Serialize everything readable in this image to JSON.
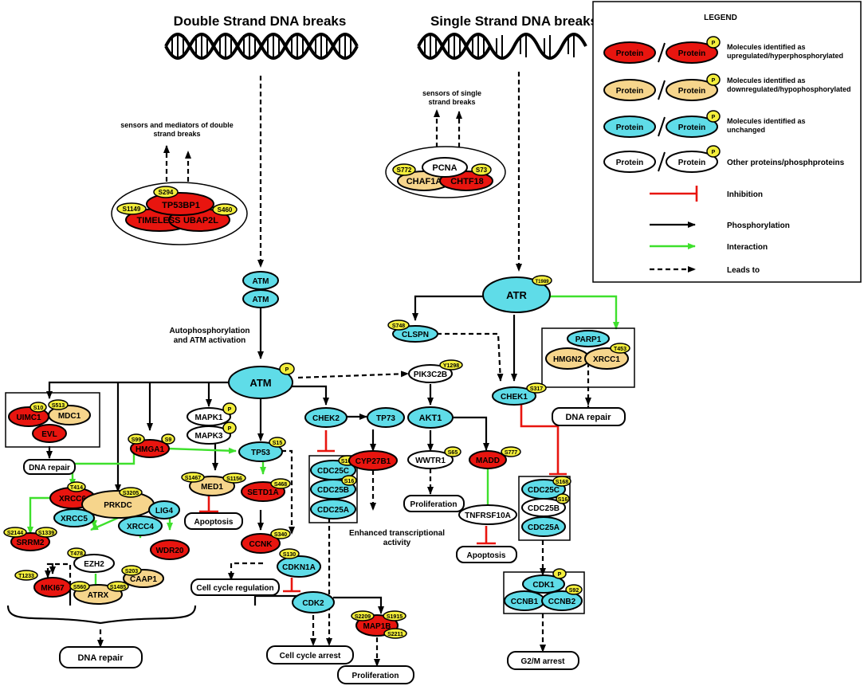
{
  "colors": {
    "up": "#e8150f",
    "down": "#f6d58c",
    "unchanged": "#5fdce8",
    "other": "#ffffff",
    "phospho": "#f3ee3c",
    "inhibition": "#e8150f",
    "interaction": "#3ee02c",
    "line": "#000000"
  },
  "titles": {
    "dsb": "Double Strand DNA breaks",
    "ssb": "Single Strand DNA breaks"
  },
  "texts": {
    "dsb_sensors_1": "sensors and mediators of double",
    "dsb_sensors_2": "strand breaks",
    "ssb_sensors_1": "sensors of single",
    "ssb_sensors_2": "strand breaks",
    "autophos_1": "Autophosphorylation",
    "autophos_2": "and ATM activation",
    "enhanced_1": "Enhanced transcriptional",
    "enhanced_2": "activity"
  },
  "legend": {
    "title": "LEGEND",
    "protein": "Protein",
    "p": "P",
    "up_1": "Molecules identified as",
    "up_2": "upregulated/hyperphosphorylated",
    "down_1": "Molecules identified as",
    "down_2": "downregulated/hypophosphorylated",
    "unch_1": "Molecules identified as",
    "unch_2": "unchanged",
    "other": "Other proteins/phosphproteins",
    "inhibition": "Inhibition",
    "phosphorylation": "Phosphorylation",
    "interaction": "Interaction",
    "leads": "Leads to"
  },
  "proteins": {
    "tp53bp1": "TP53BP1",
    "timeless": "TIMELESS",
    "ubap2l": "UBAP2L",
    "pcna": "PCNA",
    "chaf1a": "CHAF1A",
    "chtf18": "CHTF18",
    "atm": "ATM",
    "atr": "ATR",
    "clspn": "CLSPN",
    "parp1": "PARP1",
    "hmgn2": "HMGN2",
    "xrcc1": "XRCC1",
    "pik3c2b": "PIK3C2B",
    "chek1": "CHEK1",
    "uimc1": "UIMC1",
    "mdc1": "MDC1",
    "evl": "EVL",
    "mapk1": "MAPK1",
    "mapk3": "MAPK3",
    "chek2": "CHEK2",
    "tp73": "TP73",
    "akt1": "AKT1",
    "hmga1": "HMGA1",
    "tp53": "TP53",
    "cdc25c": "CDC25C",
    "cdc25b": "CDC25B",
    "cdc25a": "CDC25A",
    "wwtr1": "WWTR1",
    "madd": "MADD",
    "xrcc6": "XRCC6",
    "prkdc": "PRKDC",
    "xrcc5": "XRCC5",
    "xrcc4": "XRCC4",
    "lig4": "LIG4",
    "med1": "MED1",
    "setd1a": "SETD1A",
    "cyp27b1": "CYP27B1",
    "tnfrsf10a": "TNFRSF10A",
    "srrm2": "SRRM2",
    "wdr20": "WDR20",
    "ezh2": "EZH2",
    "caap1": "CAAP1",
    "mki67": "MKI67",
    "atrx": "ATRX",
    "ccnk": "CCNK",
    "cdkn1a": "CDKN1A",
    "cdk2": "CDK2",
    "map1b": "MAP1B",
    "cdk1": "CDK1",
    "ccnb1": "CCNB1",
    "ccnb2": "CCNB2"
  },
  "sites": {
    "s294": "S294",
    "s1149": "S1149",
    "s460": "S460",
    "s772": "S772",
    "s73": "S73",
    "t1989": "T1989",
    "s748": "S748",
    "t453": "T453",
    "y1298": "Y1298",
    "s317": "S317",
    "s10": "S10",
    "s513": "S513",
    "s99": "S99",
    "s9": "S9",
    "s15": "S15",
    "s168": "S168",
    "s16": "S16",
    "s65": "S65",
    "s777": "S777",
    "t414": "T414",
    "s3205": "S3205",
    "s1467": "S1467",
    "s1156": "S1156",
    "s468": "S468",
    "s2144": "S2144",
    "s1339": "S1339",
    "t478": "T478",
    "s203": "S203",
    "t1233": "T1233",
    "s560": "S560",
    "s1485": "S1485",
    "s340": "S340",
    "s130": "S130",
    "s2209": "S2209",
    "s1915": "S1915",
    "s2211": "S2211",
    "s92": "S92",
    "p": "P"
  },
  "outcomes": {
    "dna_repair": "DNA repair",
    "apoptosis": "Apoptosis",
    "proliferation": "Proliferation",
    "cell_cycle_regulation": "Cell cycle regulation",
    "cell_cycle_arrest": "Cell cycle arrest",
    "g2m_arrest": "G2/M arrest"
  }
}
